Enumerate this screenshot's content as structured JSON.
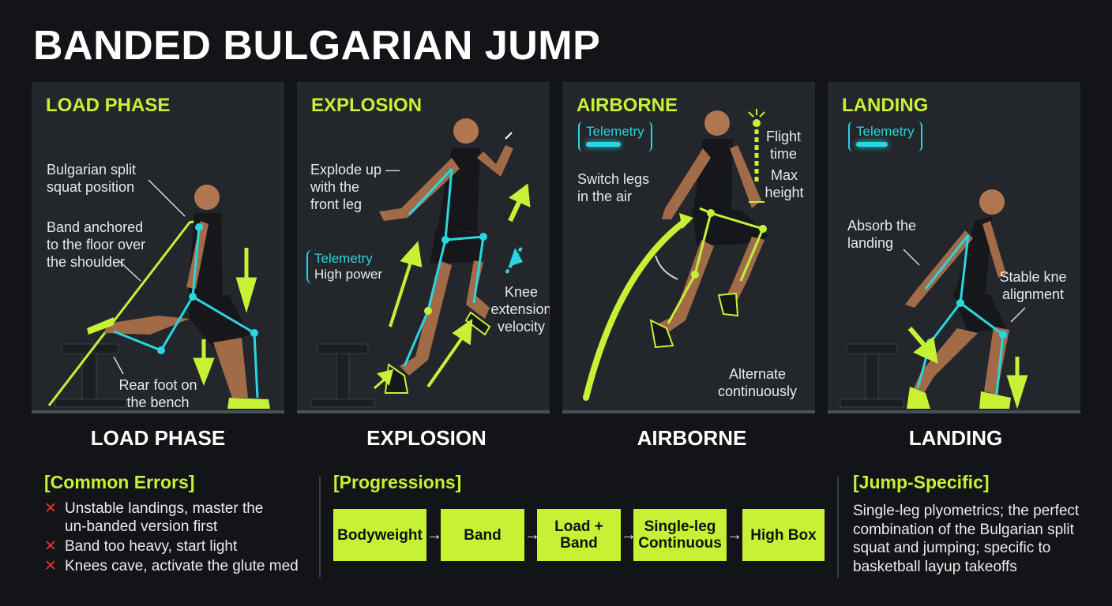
{
  "title": "BANDED BULGARIAN JUMP",
  "colors": {
    "accent": "#c6f135",
    "telemetry": "#29d3dc",
    "error": "#e8352b",
    "background": "#121417",
    "panel": "#23272c"
  },
  "panels": [
    {
      "title": "LOAD PHASE",
      "caption": "LOAD PHASE",
      "annotations": [
        "Bulgarian split\nsquat position",
        "Band anchored\nto the floor over\nthe shoulder",
        "Rear foot on\nthe bench"
      ]
    },
    {
      "title": "EXPLOSION",
      "caption": "EXPLOSION",
      "annotations": [
        "Explode up —\nwith the\nfront leg",
        "Knee\nextension\nvelocity"
      ],
      "telemetry": {
        "label": "Telemetry",
        "sub": "High power"
      }
    },
    {
      "title": "AIRBORNE",
      "caption": "AIRBORNE",
      "annotations": [
        "Switch legs\nin the air",
        "Flight\ntime",
        "Max\nheight",
        "Alternate\ncontinuously"
      ],
      "telemetry": {
        "label": "Telemetry"
      }
    },
    {
      "title": "LANDING",
      "caption": "LANDING",
      "annotations": [
        "Absorb the\nlanding",
        "Stable kne\nalignment"
      ],
      "telemetry": {
        "label": "Telemetry"
      }
    }
  ],
  "common_errors": {
    "title": "[Common Errors]",
    "icon": "x-icon",
    "mark": "✕",
    "items": [
      "Unstable landings, master the\nun-banded version first",
      "Band too heavy, start light",
      "Knees cave, activate the glute med"
    ]
  },
  "progressions": {
    "title": "[Progressions]",
    "arrow": "→",
    "items": [
      "Bodyweight",
      "Band",
      "Load +\nBand",
      "Single-leg\nContinuous",
      "High Box"
    ]
  },
  "jump_specific": {
    "title": "[Jump-Specific]",
    "text": "Single-leg plyometrics; the perfect combination of the Bulgarian split squat and jumping; specific to basketball layup takeoffs"
  }
}
